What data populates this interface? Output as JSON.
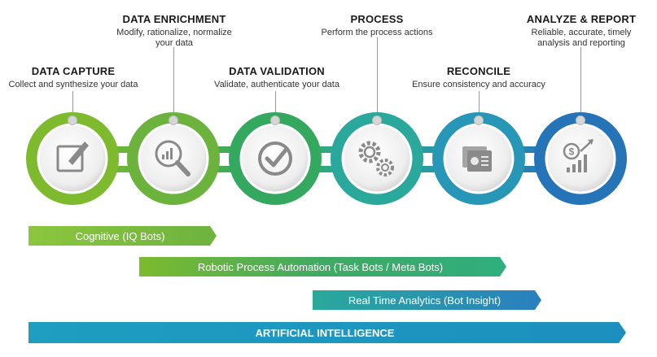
{
  "stages": [
    {
      "id": "capture",
      "title": "DATA CAPTURE",
      "desc": [
        "Collect and synthesize your data"
      ],
      "color": "#7dba2e",
      "icon": "edit-document-icon"
    },
    {
      "id": "enrichment",
      "title": "DATA ENRICHMENT",
      "desc": [
        "Modify, rationalize, normalize",
        "your data"
      ],
      "color": "#6cb33e",
      "icon": "magnifier-chart-icon"
    },
    {
      "id": "validation",
      "title": "DATA VALIDATION",
      "desc": [
        "Validate, authenticate your data"
      ],
      "color": "#35a860",
      "icon": "check-circle-icon"
    },
    {
      "id": "process",
      "title": "PROCESS",
      "desc": [
        "Perform the process actions"
      ],
      "color": "#29a89b",
      "icon": "gears-icon"
    },
    {
      "id": "reconcile",
      "title": "RECONCILE",
      "desc": [
        "Ensure consistency and accuracy"
      ],
      "color": "#2896b6",
      "icon": "report-pages-icon"
    },
    {
      "id": "analyze",
      "title": "ANALYZE & REPORT",
      "desc": [
        "Reliable, accurate, timely",
        "analysis and reporting"
      ],
      "color": "#2674b8",
      "icon": "money-growth-icon"
    }
  ],
  "bands": {
    "cognitive": "Cognitive (IQ Bots)",
    "rpa": "Robotic Process Automation (Task Bots / Meta Bots)",
    "analytics": "Real Time Analytics (Bot Insight)",
    "ai": "ARTIFICIAL INTELLIGENCE"
  },
  "colors": {
    "green": "#7dba2e",
    "teal": "#29a89b",
    "blue": "#2674b8",
    "ai": "#1c9bc1"
  }
}
